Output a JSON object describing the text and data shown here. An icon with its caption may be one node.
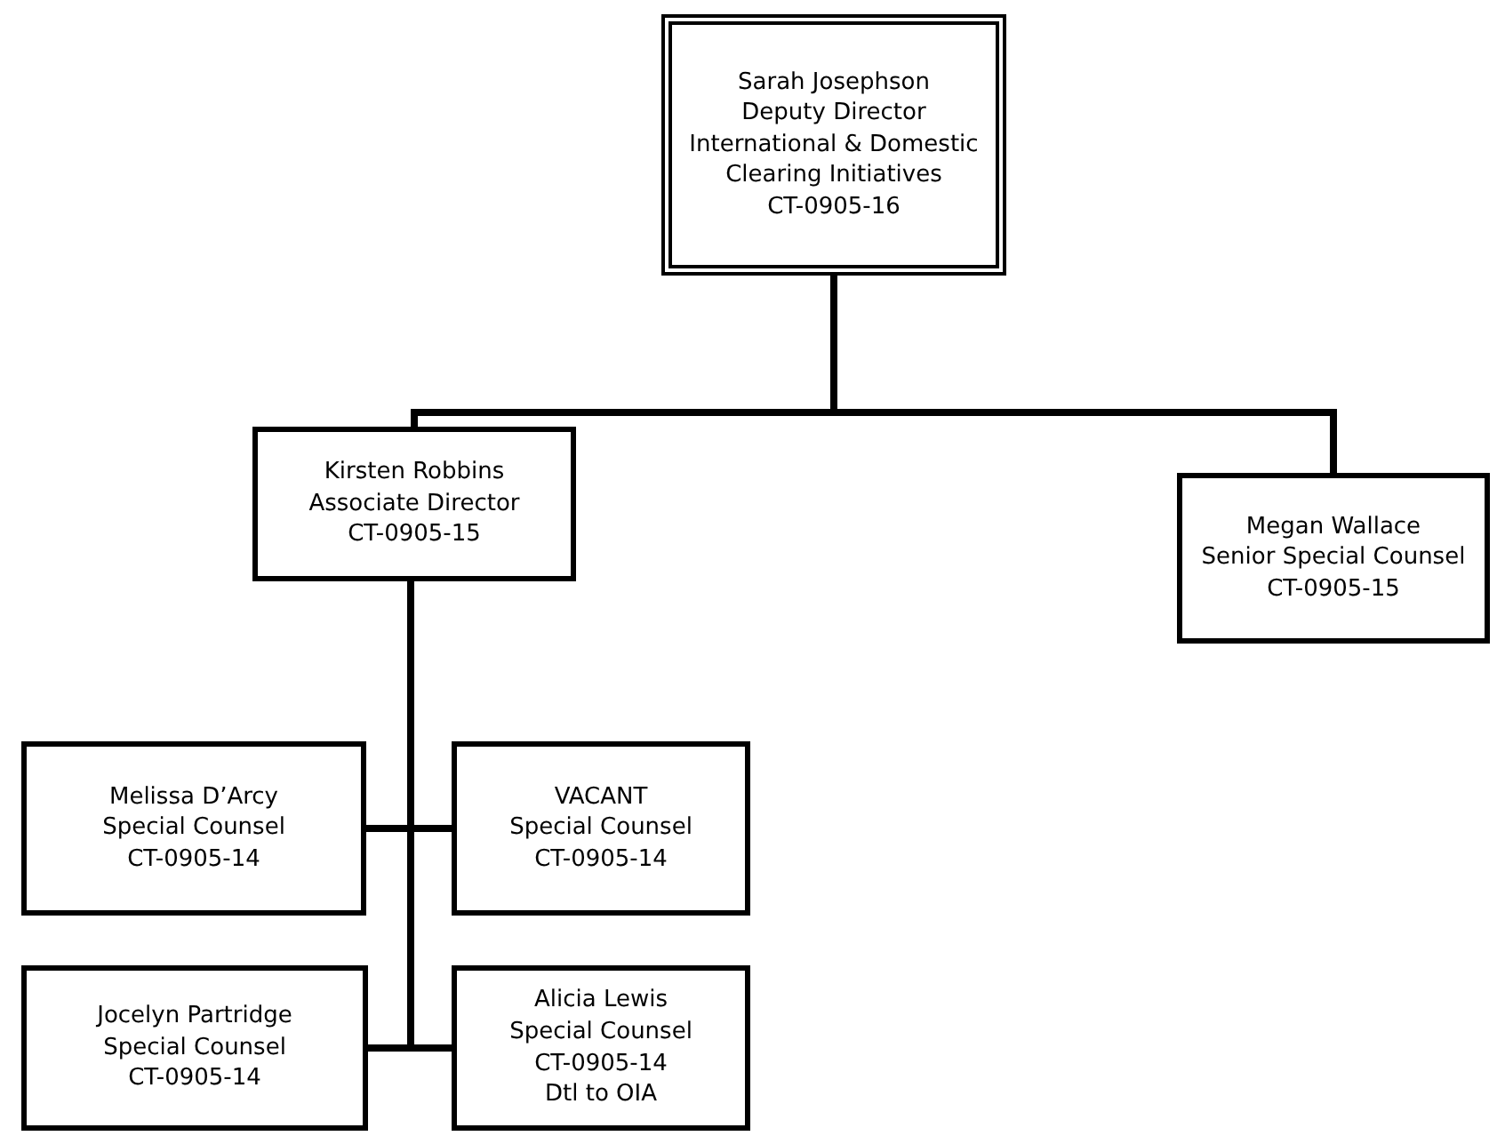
{
  "diagram": {
    "nodes": [
      {
        "text": [
          "Sarah Josephson",
          "Deputy Director",
          "International & Domestic Clearing Initiatives",
          "CT-0905-16"
        ]
      },
      {
        "text": [
          "Kirsten Robbins",
          "Associate Director",
          "CT-0905-15"
        ]
      },
      {
        "text": [
          "Megan Wallace",
          "Senior Special Counsel",
          "CT-0905-15"
        ]
      },
      {
        "text": [
          "Melissa D’Arcy",
          "Special Counsel",
          "CT-0905-14"
        ]
      },
      {
        "text": [
          "VACANT",
          "Special Counsel",
          "CT-0905-14"
        ]
      },
      {
        "text": [
          "Jocelyn Partridge",
          "Special Counsel",
          "CT-0905-14"
        ]
      },
      {
        "text": [
          "Alicia Lewis",
          "Special Counsel",
          "CT-0905-14",
          "Dtl to OIA"
        ]
      }
    ],
    "edges": [
      {
        "from": 0,
        "to": 1,
        "arrow": "none"
      },
      {
        "from": 0,
        "to": 2,
        "arrow": "none"
      },
      {
        "from": 1,
        "to": 3,
        "arrow": "none"
      },
      {
        "from": 1,
        "to": 4,
        "arrow": "none"
      },
      {
        "from": 1,
        "to": 5,
        "arrow": "none"
      },
      {
        "from": 1,
        "to": 6,
        "arrow": "none"
      }
    ]
  }
}
